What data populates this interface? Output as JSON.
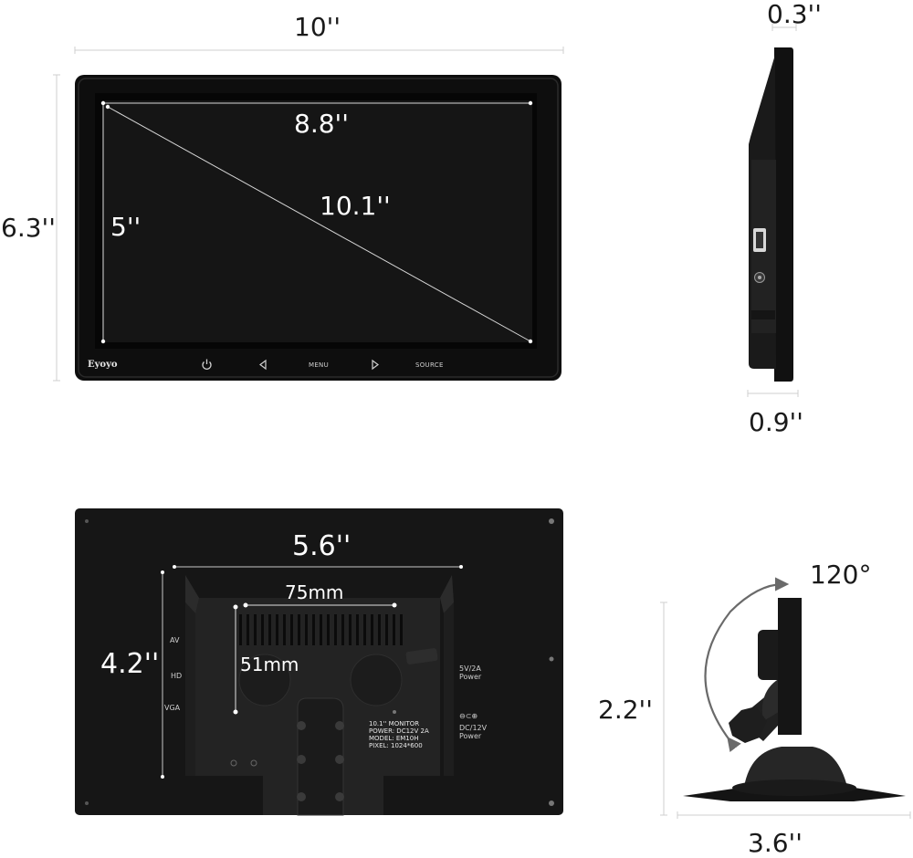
{
  "front_view": {
    "width_label": "10''",
    "height_label": "6.3''",
    "screen_width_label": "8.8''",
    "screen_height_label": "5''",
    "diagonal_label": "10.1''",
    "brand": "Eyoyo",
    "buttons": {
      "menu": "MENU",
      "source": "SOURCE"
    }
  },
  "side_view": {
    "thickness_label": "0.3''",
    "depth_label": "0.9''"
  },
  "back_view": {
    "mount_width_label": "5.6''",
    "mount_height_label": "4.2''",
    "vesa_width_label": "75mm",
    "vesa_height_label": "51mm",
    "inputs": [
      "AV",
      "HD",
      "VGA"
    ],
    "usb_port_label": [
      "5V/2A",
      "Power"
    ],
    "dc_port_label": [
      "DC/12V",
      "Power"
    ],
    "dc_symbol": "⊖⊂⊕",
    "rating_plate": [
      "10.1'' MONITOR",
      "POWER: DC12V 2A",
      "MODEL: EM10H",
      "PIXEL: 1024*600"
    ]
  },
  "stand_view": {
    "height_label": "2.2''",
    "base_width_label": "3.6''",
    "tilt_angle_label": "120°"
  }
}
